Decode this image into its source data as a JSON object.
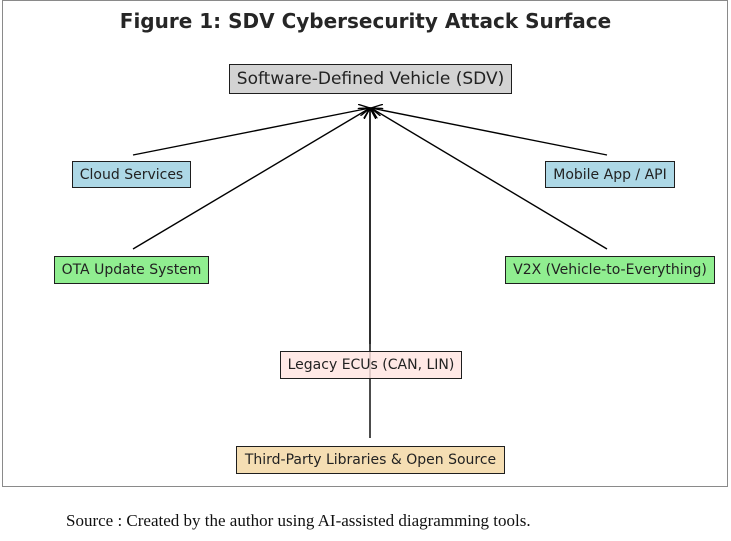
{
  "figure": {
    "title": "Figure 1: SDV Cybersecurity Attack Surface",
    "center": {
      "label": "Software-Defined Vehicle (SDV)",
      "color": "#d3d3d3"
    },
    "nodes": [
      {
        "id": "cloud",
        "label": "Cloud Services",
        "color": "#add8e6"
      },
      {
        "id": "mobile",
        "label": "Mobile App / API",
        "color": "#add8e6"
      },
      {
        "id": "ota",
        "label": "OTA Update System",
        "color": "#90ee90"
      },
      {
        "id": "v2x",
        "label": "V2X (Vehicle-to-Everything)",
        "color": "#90ee90"
      },
      {
        "id": "legacy",
        "label": "Legacy ECUs (CAN, LIN)",
        "color": "#ffe4e1"
      },
      {
        "id": "thirdparty",
        "label": "Third-Party Libraries & Open Source",
        "color": "#f5deb3"
      }
    ],
    "edges": [
      {
        "from": "cloud",
        "to": "center"
      },
      {
        "from": "mobile",
        "to": "center"
      },
      {
        "from": "ota",
        "to": "center"
      },
      {
        "from": "v2x",
        "to": "center"
      },
      {
        "from": "legacy",
        "to": "center"
      },
      {
        "from": "thirdparty",
        "to": "center"
      }
    ]
  },
  "caption": "Source : Created by the author using AI-assisted diagramming tools."
}
